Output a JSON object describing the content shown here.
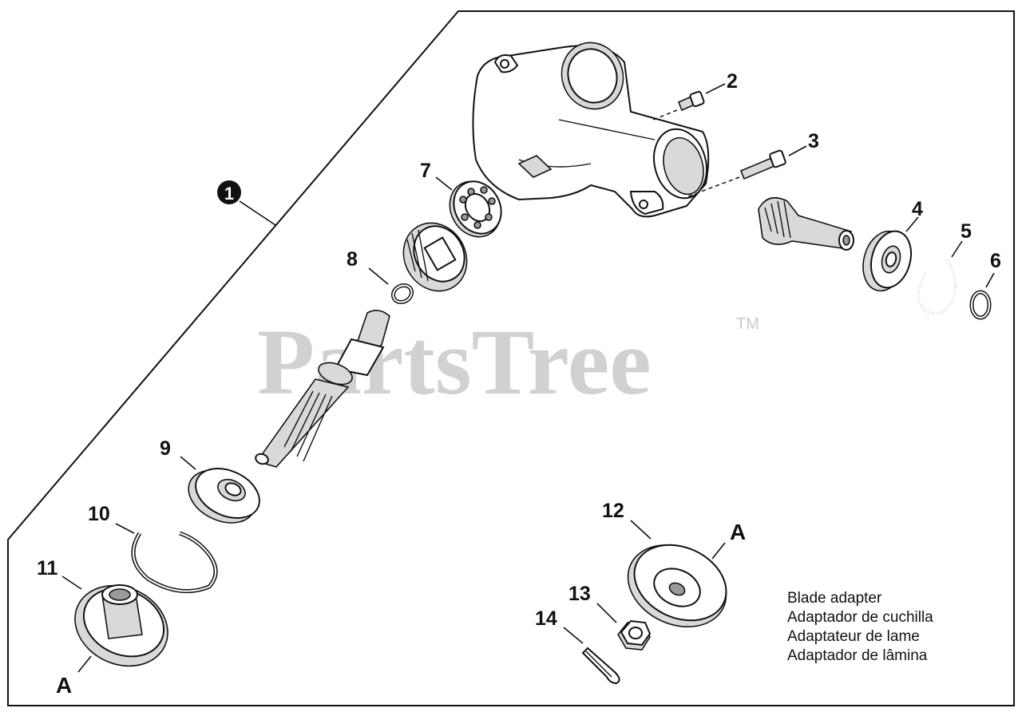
{
  "watermark": {
    "text": "PartsTree",
    "tm": "TM"
  },
  "callouts": {
    "c1": "1",
    "c2": "2",
    "c3": "3",
    "c4": "4",
    "c5": "5",
    "c6": "6",
    "c7": "7",
    "c8": "8",
    "c9": "9",
    "c10": "10",
    "c11": "11",
    "c12": "12",
    "c13": "13",
    "c14": "14",
    "a_left": "A",
    "a_right": "A"
  },
  "description": {
    "en": "Blade adapter",
    "es": "Adaptador de cuchilla",
    "fr": "Adaptateur de lame",
    "pt": "Adaptador de lâmina"
  }
}
